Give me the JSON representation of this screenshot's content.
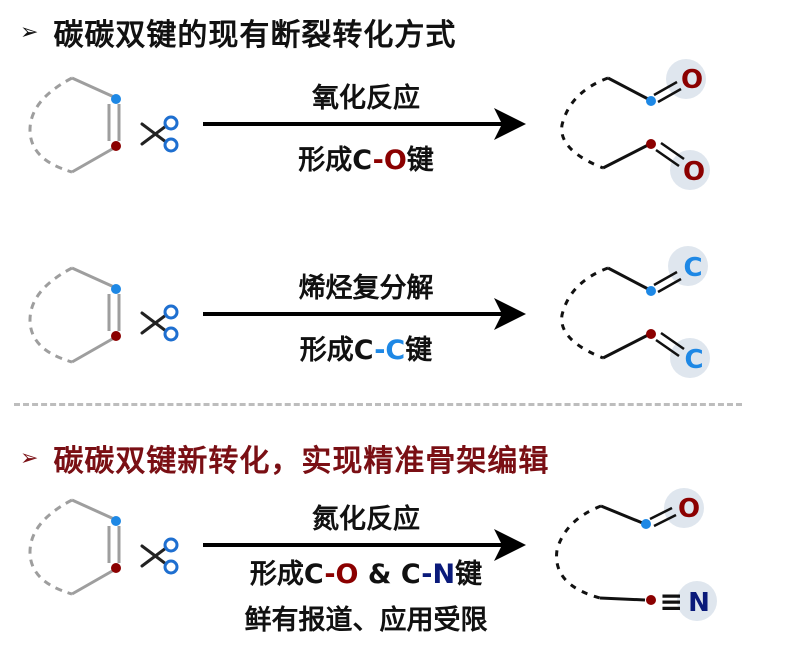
{
  "section1": {
    "bullet": "➢",
    "title": "碳碳双键的现有断裂转化方式",
    "reactions": [
      {
        "top_label": "氧化反应",
        "bottom_prefix": "形成",
        "bond_a": "C",
        "bond_dash": "-",
        "bond_b": "O",
        "bottom_suffix": "键",
        "product_top": "O",
        "product_bottom": "O"
      },
      {
        "top_label": "烯烃复分解",
        "bottom_prefix": "形成",
        "bond_a": "C",
        "bond_dash": "-",
        "bond_b": "C",
        "bottom_suffix": "键",
        "product_top": "C",
        "product_bottom": "C"
      }
    ]
  },
  "section2": {
    "bullet": "➢",
    "title": "碳碳双键新转化，实现精准骨架编辑",
    "reaction": {
      "top_label": "氮化反应",
      "bottom_prefix": "形成",
      "bond1_a": "C",
      "bond1_dash": "-",
      "bond1_b": "O",
      "amp": "&",
      "bond2_a": "C",
      "bond2_dash": "-",
      "bond2_b": "N",
      "bottom_suffix": "键",
      "note": "鲜有报道、应用受限",
      "product_top": "O",
      "product_bottom_bond": "≡",
      "product_bottom": "N"
    }
  },
  "colors": {
    "dark_red": "#8b0000",
    "blue": "#1e88e5",
    "navy": "#0a1a7a",
    "gray": "#9e9e9e",
    "halo": "#dfe6ee"
  },
  "icons": [
    "scissors-icon",
    "arrow-icon"
  ]
}
